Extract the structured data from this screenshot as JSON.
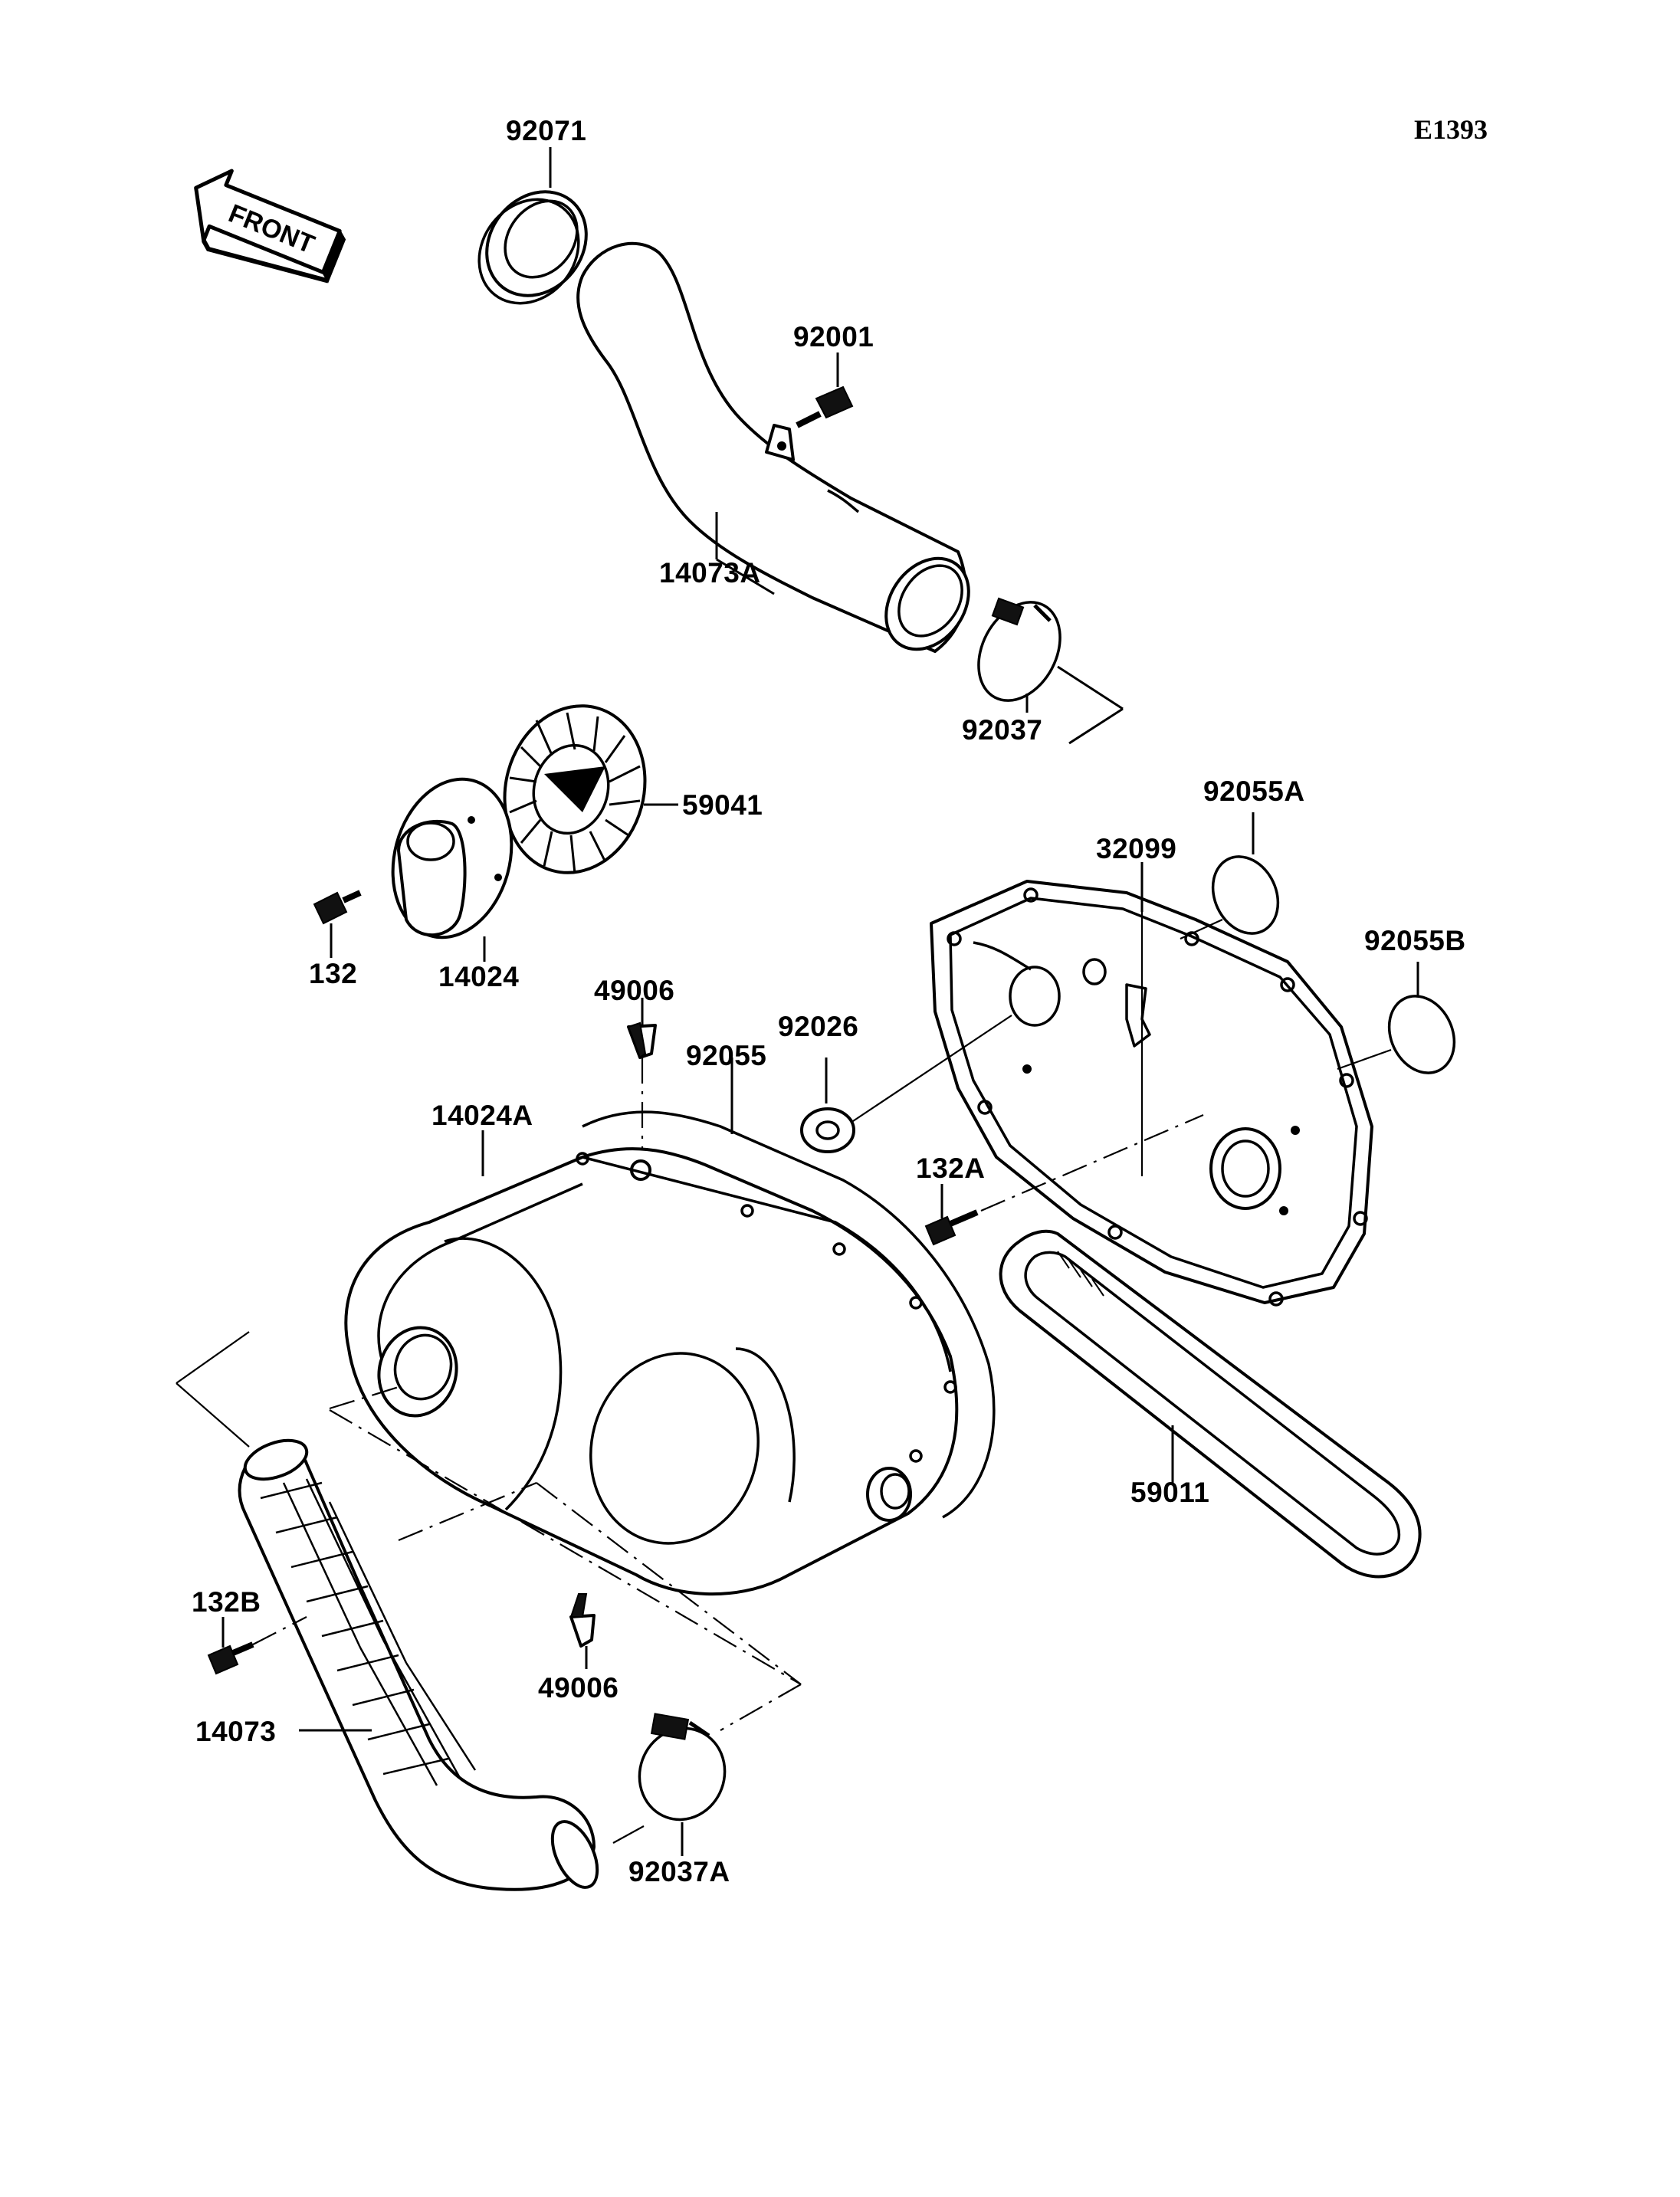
{
  "diagram_code": "E1393",
  "front_arrow_label": "FRONT",
  "labels": {
    "p92071": "92071",
    "p92001": "92001",
    "p14073A": "14073A",
    "p92037": "92037",
    "p59041": "59041",
    "p92055A": "92055A",
    "p32099": "32099",
    "p92055B": "92055B",
    "p132": "132",
    "p14024": "14024",
    "p49006_top": "49006",
    "p92026": "92026",
    "p92055": "92055",
    "p14024A": "14024A",
    "p132A": "132A",
    "p59011": "59011",
    "p132B": "132B",
    "p49006_bottom": "49006",
    "p14073": "14073",
    "p92037A": "92037A"
  }
}
